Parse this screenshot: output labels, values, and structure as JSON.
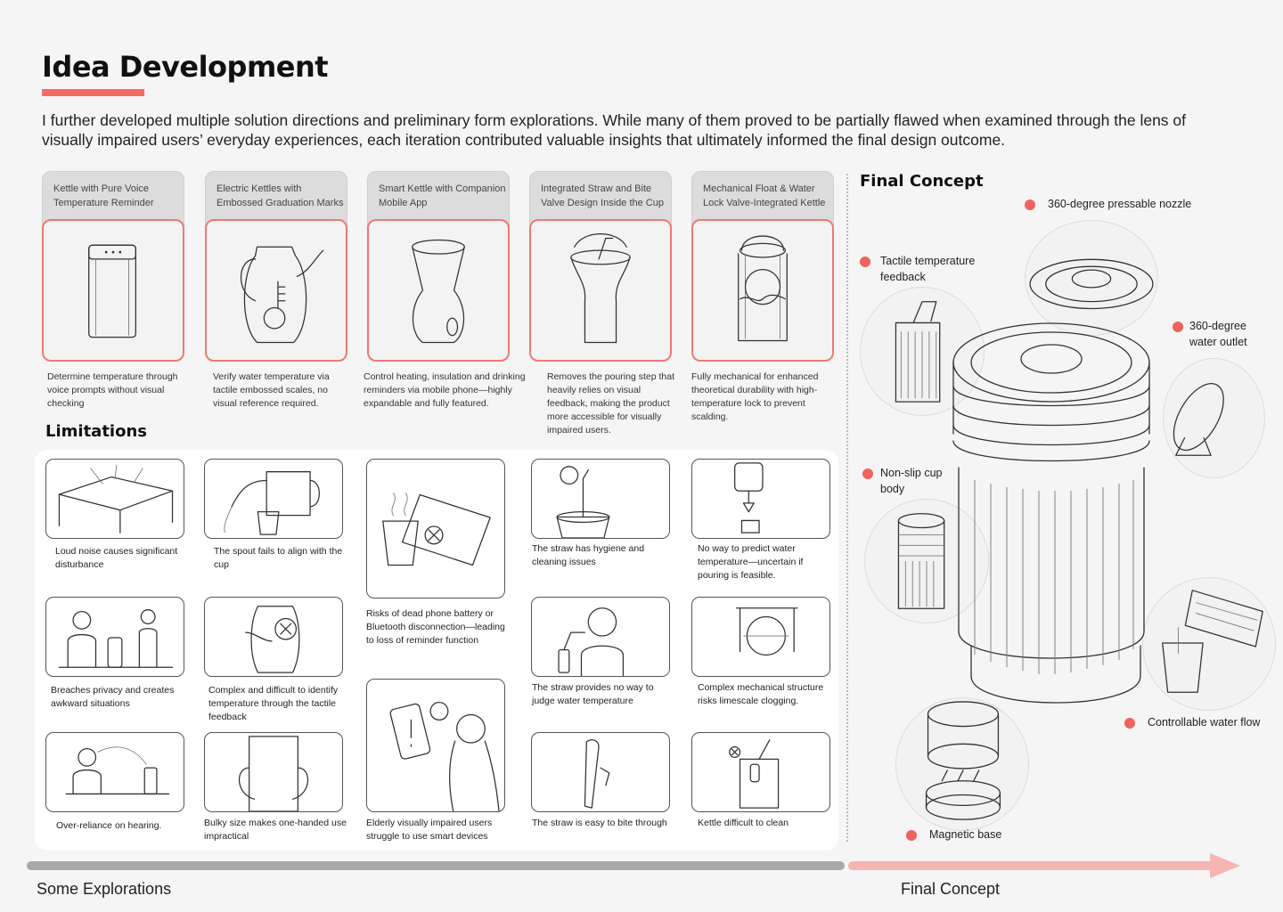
{
  "page": {
    "title": "Idea Development",
    "intro": "I further developed multiple solution directions and preliminary form explorations. While many of them proved to be partially flawed when examined through the lens of visually impaired users’ everyday experiences, each iteration contributed valuable insights that ultimately informed the final design outcome.",
    "accent_color": "#f36b65"
  },
  "concepts": [
    {
      "label": "Kettle with Pure Voice Temperature Reminder",
      "description": "Determine temperature through voice prompts without visual checking"
    },
    {
      "label": "Electric Kettles with Embossed Graduation Marks",
      "description": "Verify water temperature via tactile embossed scales, no visual reference required."
    },
    {
      "label": "Smart Kettle with Companion Mobile App",
      "description": "Control heating, insulation and drinking reminders via mobile phone—highly expandable and fully featured."
    },
    {
      "label": "Integrated Straw and Bite Valve Design Inside the Cup",
      "description": "Removes the pouring step that heavily relies on visual feedback, making the product more accessible for visually impaired users."
    },
    {
      "label": "Mechanical Float & Water Lock Valve-Integrated Kettle",
      "description": "Fully mechanical for enhanced theoretical durability with high-temperature lock to prevent scalding."
    }
  ],
  "limitations": {
    "title": "Limitations",
    "items": [
      "Loud noise causes significant disturbance",
      "Breaches privacy and creates awkward situations",
      "Over-reliance on hearing.",
      "The spout fails to align with the cup",
      "Complex and difficult to identify temperature through the tactile feedback",
      "Bulky size makes one-handed use impractical",
      "Risks of dead phone battery or Bluetooth disconnection—leading to loss of reminder function",
      "Elderly visually impaired users struggle to use smart devices",
      "The straw has hygiene and cleaning issues",
      "The straw provides no way to judge water temperature",
      "The straw is easy to bite through",
      "No way to predict water temperature—uncertain if pouring is feasible.",
      "Complex mechanical structure risks limescale clogging.",
      "Kettle difficult to clean"
    ]
  },
  "final_concept": {
    "title": "Final Concept",
    "features": [
      "360-degree pressable nozzle",
      "Tactile temperature feedback",
      "360-degree water outlet",
      "Non-slip cup body",
      "Controllable water flow",
      "Magnetic base"
    ]
  },
  "timeline": {
    "left_label": "Some Explorations",
    "right_label": "Final Concept"
  }
}
